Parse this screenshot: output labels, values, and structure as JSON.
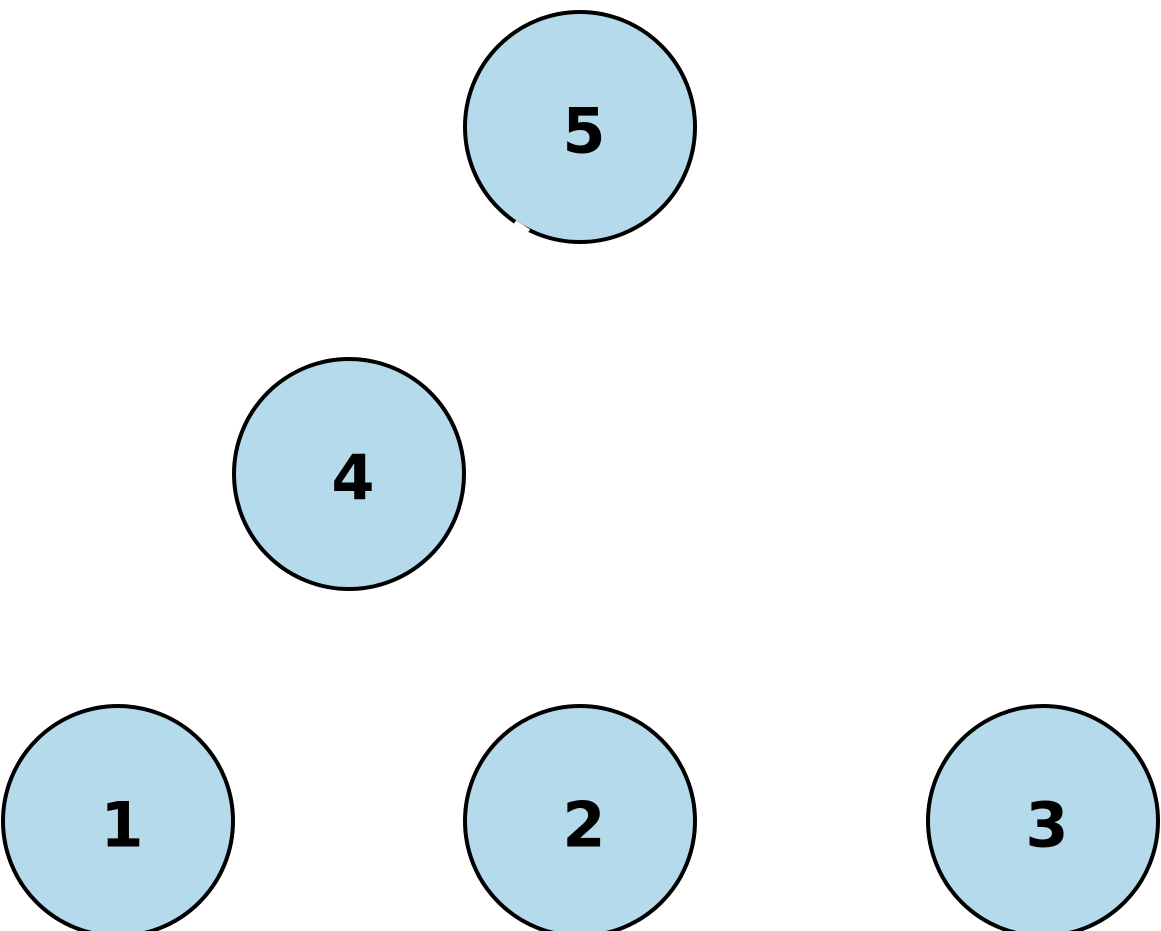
{
  "colors": {
    "node_fill": "#b4daeb",
    "node_stroke": "#000000",
    "label": "#000000",
    "background": "#ffffff"
  },
  "nodes": [
    {
      "id": "5",
      "label": "5"
    },
    {
      "id": "4",
      "label": "4"
    },
    {
      "id": "1",
      "label": "1"
    },
    {
      "id": "2",
      "label": "2"
    },
    {
      "id": "3",
      "label": "3"
    }
  ]
}
